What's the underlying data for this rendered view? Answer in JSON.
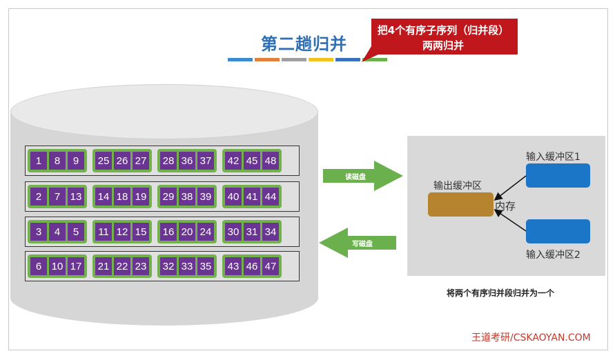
{
  "title": "第二趟归并",
  "callout": {
    "line1": "把4个有序子序列（归并段）",
    "line2": "两两归并"
  },
  "stripe_colors": [
    "#3b8bd0",
    "#e2803a",
    "#9e9e9e",
    "#f2c31a",
    "#3a70c0",
    "#6ab04c"
  ],
  "disk": {
    "tracks": [
      [
        [
          "1",
          "8",
          "9"
        ],
        [
          "25",
          "26",
          "27"
        ],
        [
          "28",
          "36",
          "37"
        ],
        [
          "42",
          "45",
          "48"
        ]
      ],
      [
        [
          "2",
          "7",
          "13"
        ],
        [
          "14",
          "18",
          "19"
        ],
        [
          "29",
          "38",
          "39"
        ],
        [
          "40",
          "41",
          "44"
        ]
      ],
      [
        [
          "3",
          "4",
          "5"
        ],
        [
          "11",
          "12",
          "15"
        ],
        [
          "16",
          "20",
          "24"
        ],
        [
          "30",
          "31",
          "34"
        ]
      ],
      [
        [
          "6",
          "10",
          "17"
        ],
        [
          "21",
          "22",
          "23"
        ],
        [
          "32",
          "33",
          "35"
        ],
        [
          "43",
          "46",
          "47"
        ]
      ]
    ]
  },
  "arrows": {
    "read": "读磁盘",
    "write": "写磁盘"
  },
  "memory": {
    "label": "内存",
    "out_buffer": "输出缓冲区",
    "in_buffer_1": "输入缓冲区1",
    "in_buffer_2": "输入缓冲区2"
  },
  "caption": "将两个有序归并段归并为一个",
  "brand": "王道考研/CSKAOYAN.COM",
  "colors": {
    "cell": "#6a3592",
    "group": "#73b14d",
    "arrow": "#6ab04c",
    "callout": "#c0171c",
    "in_buffer": "#1b76c7",
    "out_buffer": "#b6842f",
    "title": "#2e6fb3"
  }
}
